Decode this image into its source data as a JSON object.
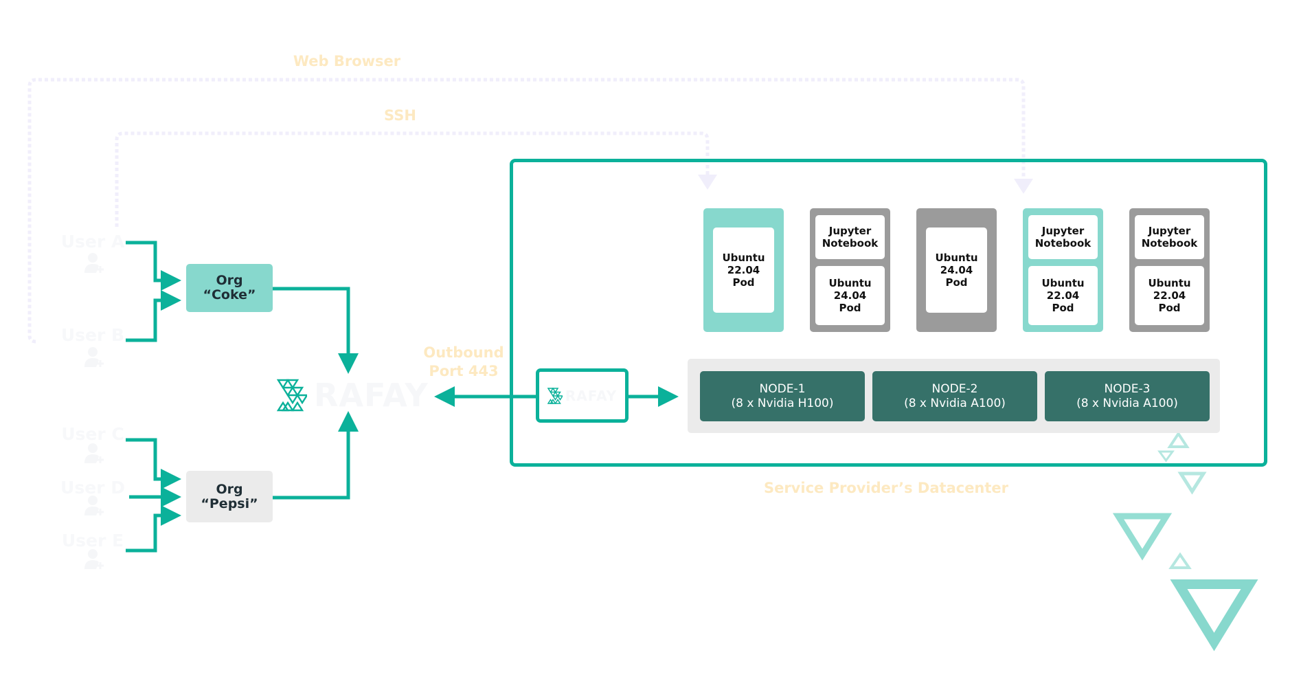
{
  "connections": {
    "web_browser_label": "Web Browser",
    "ssh_label": "SSH",
    "outbound_label_line1": "Outbound",
    "outbound_label_line2": "Port 443"
  },
  "users": [
    {
      "label": "User A",
      "org": "Coke"
    },
    {
      "label": "User B",
      "org": "Coke"
    },
    {
      "label": "User C",
      "org": "Pepsi"
    },
    {
      "label": "User D",
      "org": "Pepsi"
    },
    {
      "label": "User E",
      "org": "Pepsi"
    }
  ],
  "orgs": [
    {
      "line1": "Org",
      "line2": "“Coke”"
    },
    {
      "line1": "Org",
      "line2": "“Pepsi”"
    }
  ],
  "controller": {
    "brand": "RAFAY"
  },
  "agent": {
    "brand": "RAFAY"
  },
  "datacenter": {
    "label": "Service Provider’s Datacenter",
    "pod_hosts": [
      {
        "color": "teal",
        "pods": [
          {
            "lines": [
              "Ubuntu",
              "22.04",
              "Pod"
            ]
          }
        ]
      },
      {
        "color": "gray",
        "pods": [
          {
            "lines": [
              "Jupyter",
              "Notebook"
            ]
          },
          {
            "lines": [
              "Ubuntu",
              "24.04",
              "Pod"
            ]
          }
        ]
      },
      {
        "color": "gray",
        "pods": [
          {
            "lines": [
              "Ubuntu",
              "24.04",
              "Pod"
            ]
          }
        ]
      },
      {
        "color": "teal",
        "pods": [
          {
            "lines": [
              "Jupyter",
              "Notebook"
            ]
          },
          {
            "lines": [
              "Ubuntu",
              "22.04",
              "Pod"
            ]
          }
        ]
      },
      {
        "color": "gray",
        "pods": [
          {
            "lines": [
              "Jupyter",
              "Notebook"
            ]
          },
          {
            "lines": [
              "Ubuntu",
              "22.04",
              "Pod"
            ]
          }
        ]
      }
    ],
    "nodes": [
      {
        "name": "NODE-1",
        "gpus": "(8 x Nvidia H100)"
      },
      {
        "name": "NODE-2",
        "gpus": "(8 x Nvidia A100)"
      },
      {
        "name": "NODE-3",
        "gpus": "(8 x Nvidia A100)"
      }
    ]
  },
  "colors": {
    "accent": "#0bb19a",
    "teal_light": "#87d8cd",
    "node_green": "#367169",
    "pod_gray": "#9b9b9b",
    "label_faint": "#fde9c1",
    "dotted_line": "#f0eefb"
  }
}
